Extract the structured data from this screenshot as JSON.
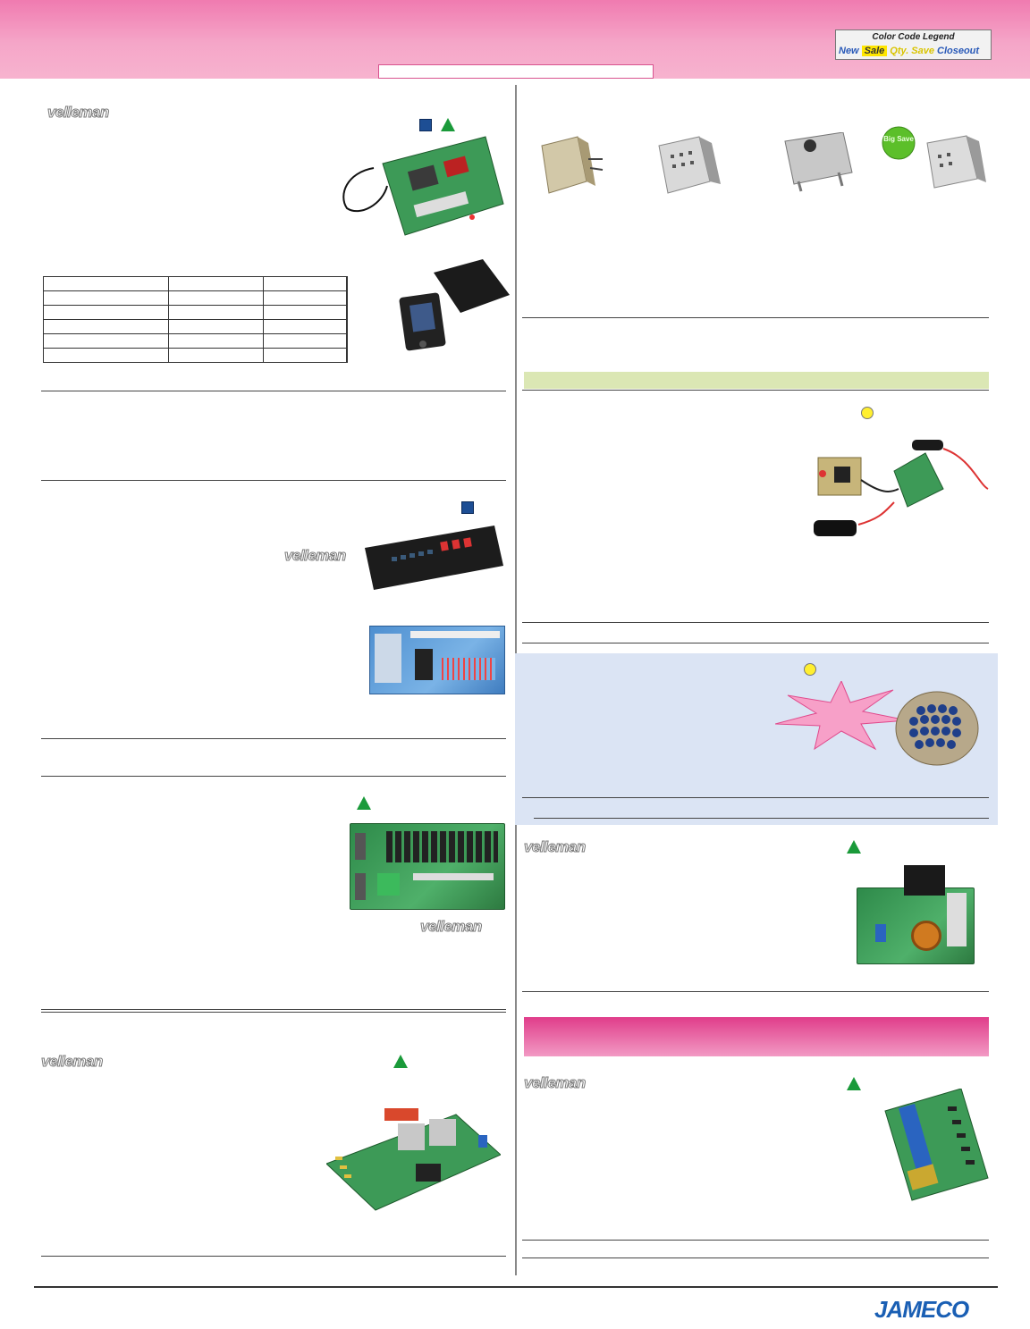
{
  "legend": {
    "title": "Color Code Legend",
    "new": "New",
    "sale": "Sale",
    "qty": "Qty. Save",
    "closeout": "Closeout",
    "colors": {
      "new": "#2a5ab8",
      "sale": "#ffe600",
      "qty": "#d9c400",
      "closeout": "#2a5ab8"
    }
  },
  "brand": {
    "velleman": "velleman",
    "jameco": "JAMECO"
  },
  "icons": {
    "new_marker": "blue-square-icon",
    "kit_marker": "green-triangle-icon",
    "sale_marker": "yellow-circle-icon"
  },
  "badge": {
    "top_right_product": "Big Save"
  }
}
